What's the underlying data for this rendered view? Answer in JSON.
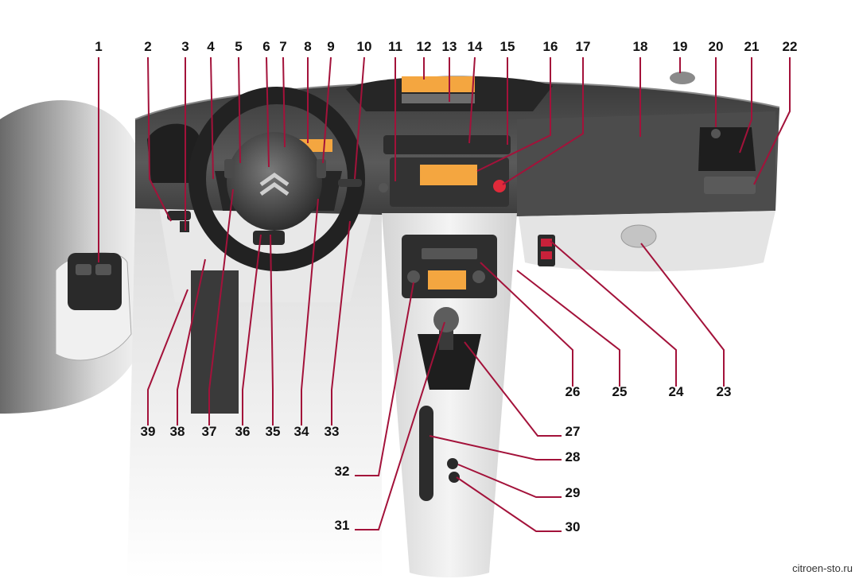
{
  "callouts": [
    {
      "label": "1"
    },
    {
      "label": "2"
    },
    {
      "label": "3"
    },
    {
      "label": "4"
    },
    {
      "label": "5"
    },
    {
      "label": "6"
    },
    {
      "label": "7"
    },
    {
      "label": "8"
    },
    {
      "label": "9"
    },
    {
      "label": "10"
    },
    {
      "label": "11"
    },
    {
      "label": "12"
    },
    {
      "label": "13"
    },
    {
      "label": "14"
    },
    {
      "label": "15"
    },
    {
      "label": "16"
    },
    {
      "label": "17"
    },
    {
      "label": "18"
    },
    {
      "label": "19"
    },
    {
      "label": "20"
    },
    {
      "label": "21"
    },
    {
      "label": "22"
    },
    {
      "label": "23"
    },
    {
      "label": "24"
    },
    {
      "label": "25"
    },
    {
      "label": "26"
    },
    {
      "label": "27"
    },
    {
      "label": "28"
    },
    {
      "label": "29"
    },
    {
      "label": "30"
    },
    {
      "label": "31"
    },
    {
      "label": "32"
    },
    {
      "label": "33"
    },
    {
      "label": "34"
    },
    {
      "label": "35"
    },
    {
      "label": "36"
    },
    {
      "label": "37"
    },
    {
      "label": "38"
    },
    {
      "label": "39"
    }
  ],
  "watermark": "citroen-sto.ru",
  "colors": {
    "leader": "#a3123a",
    "highlight": "#f4a640",
    "dash": "#4a4a4a",
    "panel": "#e6e6e6"
  }
}
